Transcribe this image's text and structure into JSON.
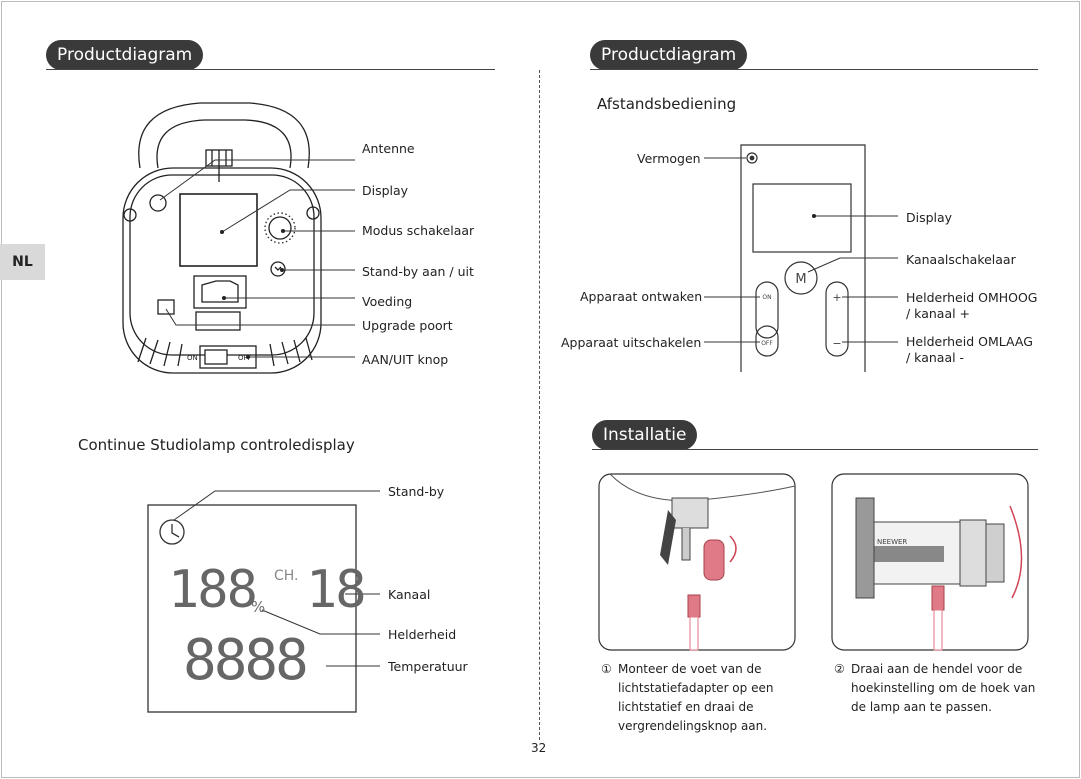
{
  "side_tab": "NL",
  "left": {
    "section_title": "Productdiagram",
    "device_labels": {
      "antenna": "Antenne",
      "display": "Display",
      "mode_switch": "Modus schakelaar",
      "standby": "Stand-by aan / uit",
      "power": "Voeding",
      "upgrade_port": "Upgrade poort",
      "onoff_knob": "AAN/UIT knop"
    },
    "device_switch": {
      "on": "ON",
      "off": "OFF"
    },
    "control_display_title": "Continue Studiolamp controledisplay",
    "lcd": {
      "big_digits": "188",
      "percent": "%",
      "channel_prefix": "CH.",
      "channel_digits": "18",
      "temp_digits": "8888"
    },
    "lcd_labels": {
      "standby": "Stand-by",
      "channel": "Kanaal",
      "brightness": "Helderheid",
      "temperature": "Temperatuur"
    }
  },
  "right": {
    "section_title": "Productdiagram",
    "remote_title": "Afstandsbediening",
    "remote_labels": {
      "power": "Vermogen",
      "display": "Display",
      "channel_switch": "Kanaalschakelaar",
      "wake": "Apparaat ontwaken",
      "off": "Apparaat uitschakelen",
      "bright_up_1": "Helderheid OMHOOG",
      "bright_up_2": "/ kanaal +",
      "bright_down_1": "Helderheid OMLAAG",
      "bright_down_2": "/ kanaal -"
    },
    "remote_buttons": {
      "m": "M",
      "on": "ON",
      "off": "OFF",
      "plus": "+",
      "minus": "−"
    },
    "install_title": "Installatie",
    "brand": "NEEWER",
    "step1": {
      "number": "①",
      "lines": [
        "Monteer de voet van de",
        "lichtstatiefadapter op een",
        "lichtstatief en draai de",
        "vergrendelingsknop aan."
      ]
    },
    "step2": {
      "number": "②",
      "lines": [
        "Draai aan de hendel voor de",
        "hoekinstelling om de hoek van",
        "de lamp aan te passen."
      ]
    }
  },
  "page_number": "32"
}
